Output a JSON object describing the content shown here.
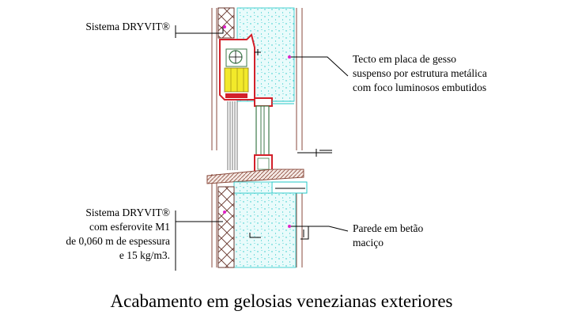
{
  "labels": {
    "dryvit_top": "Sistema DRYVIT®",
    "ceiling": [
      "Tecto em placa de gesso",
      "suspenso por estrutura metálica",
      "com foco luminosos embutidos"
    ],
    "dryvit_bottom": [
      "Sistema DRYVIT®",
      "com esferovite M1",
      "de 0,060 m de espessura",
      "e 15 kg/m3."
    ],
    "wall": [
      "Parede em betão",
      "maciço"
    ]
  },
  "caption": "Acabamento em gelosias venezianas exteriores",
  "colors": {
    "concrete": "#e9fbfb",
    "concrete_dots": "#22c7c7",
    "insulation": "#8a4a3c",
    "frame_red": "#d3202a",
    "blind_yellow": "#f2e92a",
    "glass": "#3c7a4a",
    "leader_magenta": "#e020c8",
    "leader_cyan": "#20b8c8"
  }
}
